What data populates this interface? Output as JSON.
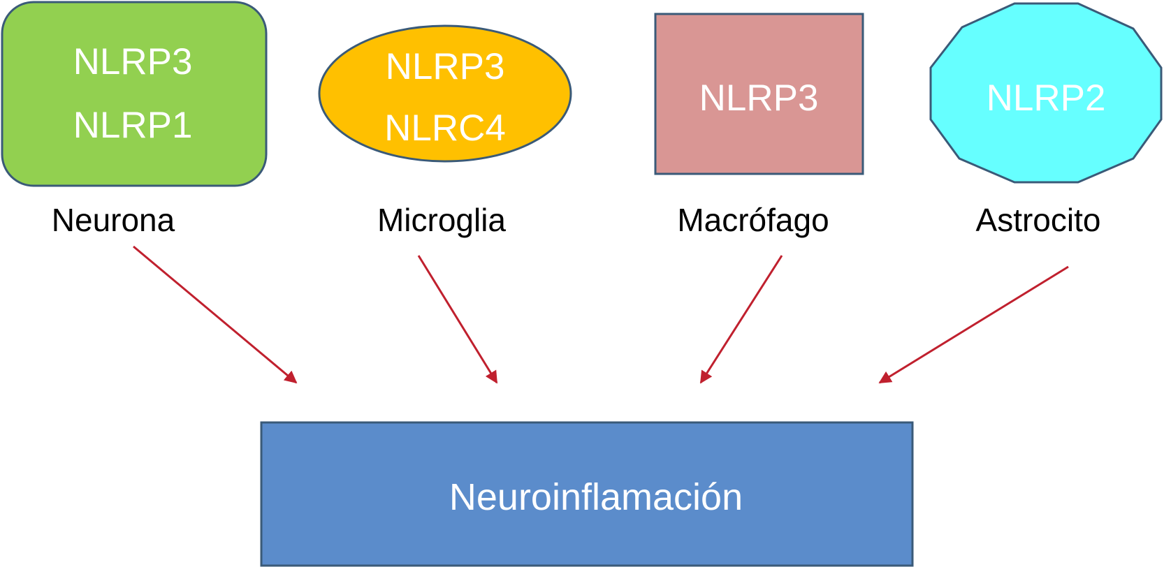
{
  "colors": {
    "neurona": "#92D050",
    "microglia": "#FFC000",
    "macrofago": "#D99694",
    "astrocito": "#66FFFF",
    "target": "#5B8CCB",
    "border": "#3A5A78",
    "arrow": "#C0202E"
  },
  "cells": [
    {
      "label": "Neurona",
      "inflammasomes": [
        "NLRP3",
        "NLRP1"
      ],
      "shape": "rounded-rectangle"
    },
    {
      "label": "Microglia",
      "inflammasomes": [
        "NLRP3",
        "NLRC4"
      ],
      "shape": "ellipse"
    },
    {
      "label": "Macrófago",
      "inflammasomes": [
        "NLRP3"
      ],
      "shape": "rectangle"
    },
    {
      "label": "Astrocito",
      "inflammasomes": [
        "NLRP2"
      ],
      "shape": "decagon"
    }
  ],
  "target": {
    "label": "Neuroinflamación"
  }
}
